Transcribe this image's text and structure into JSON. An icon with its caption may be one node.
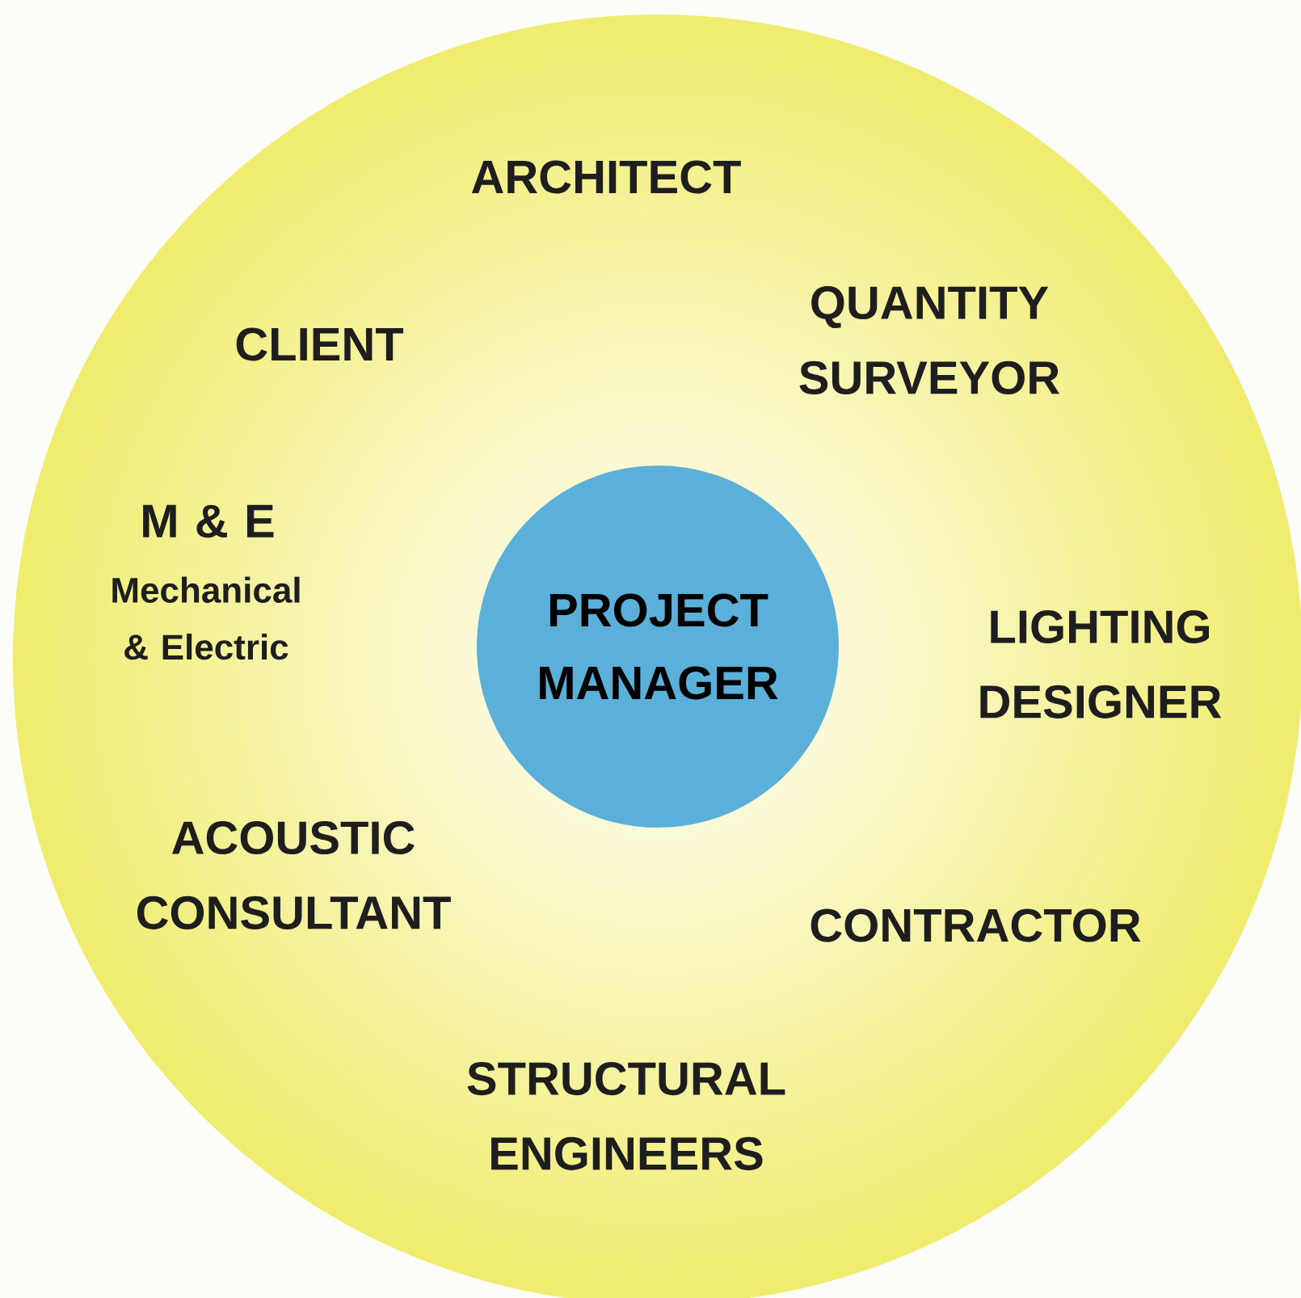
{
  "diagram": {
    "nodes": [
      {
        "text": [
          "PROJECT MANAGER"
        ]
      }
    ],
    "labels": [
      "ARCHITECT",
      "CLIENT",
      "QUANTITY SURVEYOR",
      "M & E",
      "Mechanical & Electric",
      "LIGHTING DESIGNER",
      "ACOUSTIC CONSULTANT",
      "CONTRACTOR",
      "STRUCTURAL ENGINEERS"
    ]
  }
}
